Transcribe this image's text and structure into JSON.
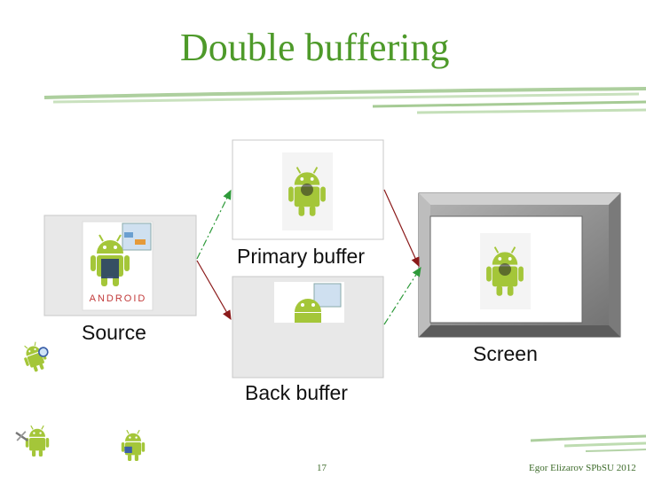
{
  "slide": {
    "title": "Double buffering",
    "labels": {
      "source": "Source",
      "primary": "Primary buffer",
      "back": "Back buffer",
      "screen": "Screen"
    },
    "footer": {
      "page": "17",
      "author": "Egor Elizarov SPbSU 2012"
    },
    "colors": {
      "title": "#4e9a2a",
      "accent_green": "#5a9e2f",
      "arrow_green": "#2e9a3a",
      "arrow_red": "#8b1a1a",
      "android_green": "#a4c639",
      "frame_gray": "#8c8c8c"
    },
    "images": {
      "source_image": "android-xray-icon",
      "primary_image": "android-robot-icon",
      "back_image": "android-xray-icon",
      "screen_image": "android-robot-icon",
      "source_logo_text": "ANDROID",
      "decor_1": "android-magnifier-icon",
      "decor_2": "android-tools-icon",
      "decor_3": "android-badge-icon"
    }
  }
}
